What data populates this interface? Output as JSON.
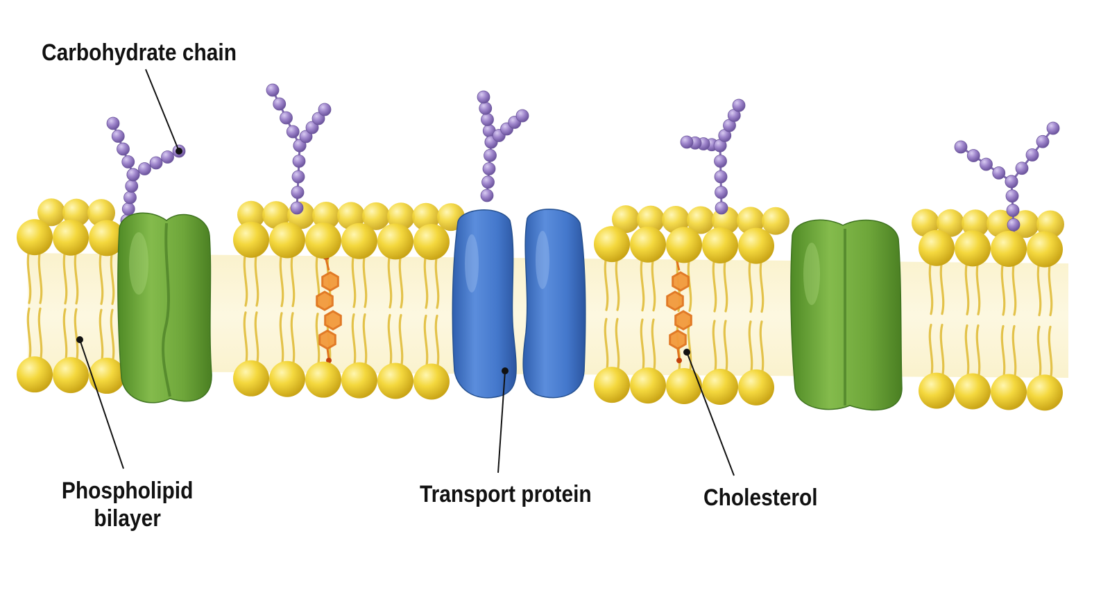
{
  "labels": {
    "carbohydrate_chain": "Carbohydrate chain",
    "phospholipid_bilayer_line1": "Phospholipid",
    "phospholipid_bilayer_line2": "bilayer",
    "transport_protein": "Transport protein",
    "cholesterol": "Cholesterol"
  },
  "colors": {
    "phospholipid_head": "#f2d43c",
    "phospholipid_tail": "#e3c24a",
    "integral_protein": "#6ea63a",
    "transport_protein": "#3e74c9",
    "cholesterol": "#e0741e",
    "carbohydrate": "#9a7fc8",
    "leader_line": "#111111"
  }
}
